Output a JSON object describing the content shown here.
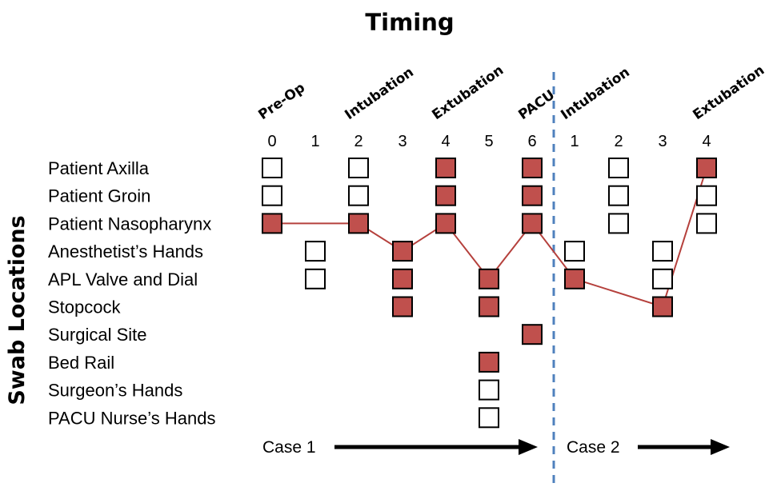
{
  "title": "Timing",
  "y_axis_label": "Swab Locations",
  "colors": {
    "positive": "#c0504d",
    "line": "#b5403c",
    "divider": "#4f81bd"
  },
  "legend": {
    "positive": "filled red square",
    "negative": "empty square"
  },
  "rows": [
    "Patient Axilla",
    "Patient Groin",
    "Patient Nasopharynx",
    "Anesthetist’s Hands",
    "APL Valve and Dial",
    "Stopcock",
    "Surgical Site",
    "Bed Rail",
    "Surgeon’s Hands",
    "PACU Nurse’s Hands"
  ],
  "cases": [
    {
      "label": "Case 1",
      "timepoints": [
        "0",
        "1",
        "2",
        "3",
        "4",
        "5",
        "6"
      ],
      "phase_labels": [
        {
          "text": "Pre-Op",
          "at": "0"
        },
        {
          "text": "Intubation",
          "at": "2"
        },
        {
          "text": "Extubation",
          "at": "4"
        },
        {
          "text": "PACU",
          "at": "6"
        }
      ]
    },
    {
      "label": "Case 2",
      "timepoints": [
        "1",
        "2",
        "3",
        "4"
      ],
      "phase_labels": [
        {
          "text": "Intubation",
          "at": "1"
        },
        {
          "text": "Extubation",
          "at": "4"
        }
      ]
    }
  ],
  "samples": [
    {
      "case": 0,
      "t": 0,
      "row": 0,
      "positive": false
    },
    {
      "case": 0,
      "t": 0,
      "row": 1,
      "positive": false
    },
    {
      "case": 0,
      "t": 0,
      "row": 2,
      "positive": true
    },
    {
      "case": 0,
      "t": 1,
      "row": 3,
      "positive": false
    },
    {
      "case": 0,
      "t": 1,
      "row": 4,
      "positive": false
    },
    {
      "case": 0,
      "t": 2,
      "row": 0,
      "positive": false
    },
    {
      "case": 0,
      "t": 2,
      "row": 1,
      "positive": false
    },
    {
      "case": 0,
      "t": 2,
      "row": 2,
      "positive": true
    },
    {
      "case": 0,
      "t": 3,
      "row": 3,
      "positive": true
    },
    {
      "case": 0,
      "t": 3,
      "row": 4,
      "positive": true
    },
    {
      "case": 0,
      "t": 3,
      "row": 5,
      "positive": true
    },
    {
      "case": 0,
      "t": 4,
      "row": 0,
      "positive": true
    },
    {
      "case": 0,
      "t": 4,
      "row": 1,
      "positive": true
    },
    {
      "case": 0,
      "t": 4,
      "row": 2,
      "positive": true
    },
    {
      "case": 0,
      "t": 5,
      "row": 4,
      "positive": true
    },
    {
      "case": 0,
      "t": 5,
      "row": 5,
      "positive": true
    },
    {
      "case": 0,
      "t": 5,
      "row": 7,
      "positive": true
    },
    {
      "case": 0,
      "t": 5,
      "row": 8,
      "positive": false
    },
    {
      "case": 0,
      "t": 5,
      "row": 9,
      "positive": false
    },
    {
      "case": 0,
      "t": 6,
      "row": 0,
      "positive": true
    },
    {
      "case": 0,
      "t": 6,
      "row": 1,
      "positive": true
    },
    {
      "case": 0,
      "t": 6,
      "row": 2,
      "positive": true
    },
    {
      "case": 0,
      "t": 6,
      "row": 6,
      "positive": true
    },
    {
      "case": 1,
      "t": 0,
      "row": 3,
      "positive": false
    },
    {
      "case": 1,
      "t": 0,
      "row": 4,
      "positive": true
    },
    {
      "case": 1,
      "t": 1,
      "row": 0,
      "positive": false
    },
    {
      "case": 1,
      "t": 1,
      "row": 1,
      "positive": false
    },
    {
      "case": 1,
      "t": 1,
      "row": 2,
      "positive": false
    },
    {
      "case": 1,
      "t": 2,
      "row": 3,
      "positive": false
    },
    {
      "case": 1,
      "t": 2,
      "row": 4,
      "positive": false
    },
    {
      "case": 1,
      "t": 2,
      "row": 5,
      "positive": true
    },
    {
      "case": 1,
      "t": 3,
      "row": 0,
      "positive": true
    },
    {
      "case": 1,
      "t": 3,
      "row": 1,
      "positive": false
    },
    {
      "case": 1,
      "t": 3,
      "row": 2,
      "positive": false
    }
  ],
  "transmission_path": [
    {
      "case": 0,
      "t": 0,
      "row": 2
    },
    {
      "case": 0,
      "t": 2,
      "row": 2
    },
    {
      "case": 0,
      "t": 3,
      "row": 3
    },
    {
      "case": 0,
      "t": 4,
      "row": 2
    },
    {
      "case": 0,
      "t": 5,
      "row": 4
    },
    {
      "case": 0,
      "t": 6,
      "row": 2
    },
    {
      "case": 1,
      "t": 0,
      "row": 4
    },
    {
      "case": 1,
      "t": 2,
      "row": 5
    },
    {
      "case": 1,
      "t": 3,
      "row": 0
    }
  ]
}
